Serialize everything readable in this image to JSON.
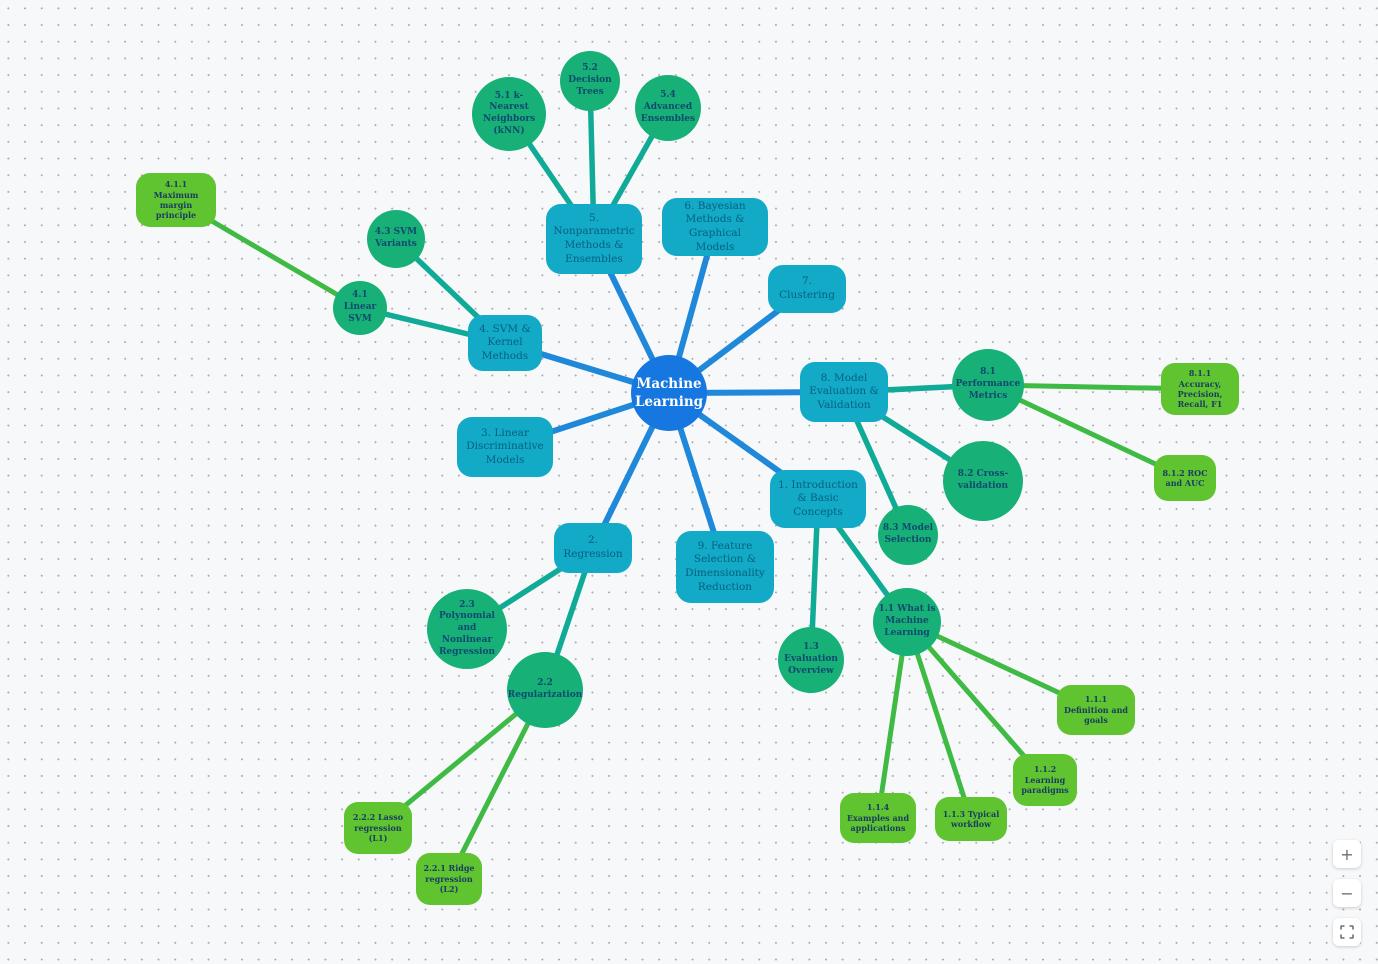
{
  "app": {
    "type": "mind-map"
  },
  "palette": {
    "background": "#f7f8fa",
    "grid_dot": "#a7aab1",
    "center_fill": "#1677e0",
    "center_text": "#ffffff",
    "topic_fill": "#12aac7",
    "topic_text": "#066080",
    "subtopic_fill": "#17b077",
    "subtopic_text": "#114a70",
    "leaf_fill": "#5fc430",
    "leaf_text": "#1b3c63",
    "edge_level1": "#1f88d9",
    "edge_level2": "#0fab96",
    "edge_level3": "#3fba44"
  },
  "nodes": {
    "center": {
      "label": "Machine Learning"
    },
    "t1": {
      "label": "1. Introduction & Basic Concepts"
    },
    "t2": {
      "label": "2. Regression"
    },
    "t3": {
      "label": "3. Linear Discriminative Models"
    },
    "t4": {
      "label": "4. SVM & Kernel Methods"
    },
    "t5": {
      "label": "5. Nonparametric Methods & Ensembles"
    },
    "t6": {
      "label": "6. Bayesian Methods & Graphical Models"
    },
    "t7": {
      "label": "7. Clustering"
    },
    "t8": {
      "label": "8. Model Evaluation & Validation"
    },
    "t9": {
      "label": "9. Feature Selection & Dimensionality Reduction"
    },
    "s11": {
      "label": "1.1 What is Machine Learning"
    },
    "s13": {
      "label": "1.3 Evaluation Overview"
    },
    "s22": {
      "label": "2.2 Regularization"
    },
    "s23": {
      "label": "2.3 Polynomial and Nonlinear Regression"
    },
    "s41": {
      "label": "4.1 Linear SVM"
    },
    "s43": {
      "label": "4.3 SVM Variants"
    },
    "s51": {
      "label": "5.1 k-Nearest Neighbors (kNN)"
    },
    "s52": {
      "label": "5.2 Decision Trees"
    },
    "s54": {
      "label": "5.4 Advanced Ensembles"
    },
    "s81": {
      "label": "8.1 Performance Metrics"
    },
    "s82": {
      "label": "8.2 Cross-validation"
    },
    "s83": {
      "label": "8.3 Model Selection"
    },
    "l111": {
      "label": "1.1.1 Definition and goals"
    },
    "l112": {
      "label": "1.1.2 Learning paradigms"
    },
    "l113": {
      "label": "1.1.3 Typical workflow"
    },
    "l114": {
      "label": "1.1.4 Examples and applications"
    },
    "l221": {
      "label": "2.2.1 Ridge regression (L2)"
    },
    "l222": {
      "label": "2.2.2 Lasso regression (L1)"
    },
    "l411": {
      "label": "4.1.1 Maximum margin principle"
    },
    "l811": {
      "label": "8.1.1 Accuracy, Precision, Recall, F1"
    },
    "l812": {
      "label": "8.1.2 ROC and AUC"
    }
  },
  "controls": {
    "zoom_in": "+",
    "zoom_out": "−"
  }
}
